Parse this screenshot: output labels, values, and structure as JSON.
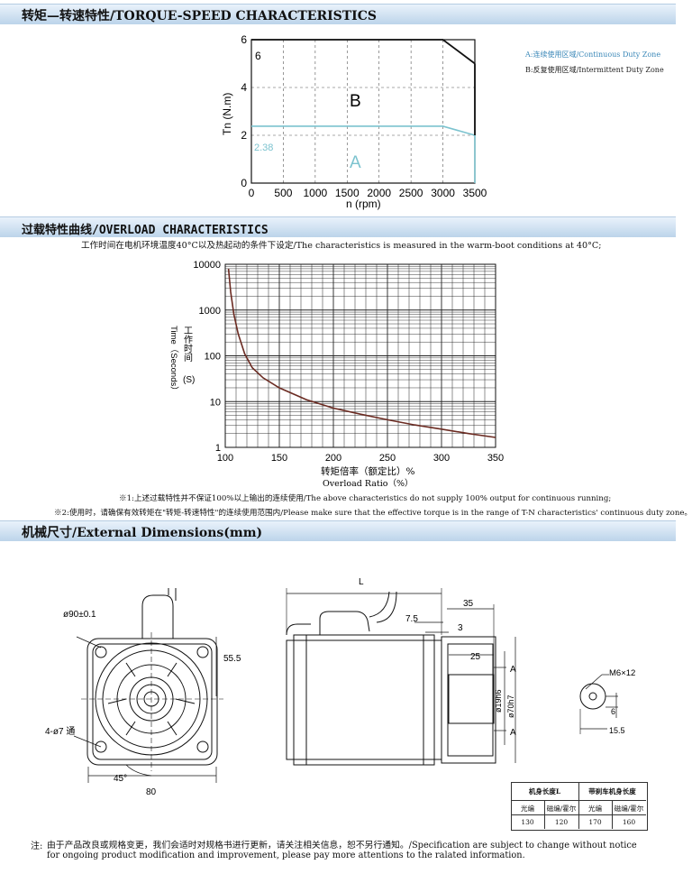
{
  "sections": {
    "torque_title": "转矩—转速特性/TORQUE-SPEED CHARACTERISTICS",
    "overload_title": "过载特性曲线/OVERLOAD CHARACTERISTICS",
    "dims_title": "机械尺寸/External Dimensions(mm)"
  },
  "torque_chart": {
    "legend_a": "A:连续使用区域/Continuous Duty Zone",
    "legend_b": "B:反复使用区域/Intermittent Duty Zone",
    "label_a": "A",
    "label_b": "B",
    "value_6": "6",
    "value_238": "2.38",
    "colors": {
      "continuous": "#7cc3cf",
      "curve": "#111111"
    }
  },
  "overload": {
    "condition": "工作时间在电机环境温度40°C以及热起动的条件下设定/The characteristics is measured in the warm-boot conditions at 40°C;",
    "note1": "※1:上述过载特性并不保证100%以上输出的连续使用/The above characteristics do not supply 100% output for continuous running;",
    "note2": "※2:使用时，请确保有效转矩在\"转矩-转速特性\"的连续使用范围内/Please make sure that the effective torque is in the range of T-N characteristics' continuous duty zone。",
    "ylabel_cn": "工作时间",
    "ylabel_en": "Time（Seconds）",
    "ylabel_unit": "(S)",
    "xlabel_cn": "转矩倍率（额定比）%",
    "xlabel_en": "Overload Ratio（%）",
    "curve_color": "#6b2b22"
  },
  "chart_data": [
    {
      "type": "line",
      "xlabel": "n (rpm)",
      "ylabel": "Tn (N.m)",
      "x_ticks": [
        "0",
        "500",
        "1000",
        "1500",
        "2000",
        "2500",
        "3000",
        "3500"
      ],
      "y_ticks": [
        "0",
        "2",
        "4",
        "6"
      ],
      "xlim": [
        0,
        3500
      ],
      "ylim": [
        0,
        6
      ],
      "grid": true,
      "series": [
        {
          "name": "A",
          "x": [
            0,
            3000,
            3500
          ],
          "y": [
            2.38,
            2.38,
            2.0
          ]
        },
        {
          "name": "B",
          "x": [
            0,
            3000,
            3500
          ],
          "y": [
            6,
            6,
            5.0
          ]
        }
      ]
    },
    {
      "type": "line",
      "xlabel": "转矩倍率（额定比）% Overload Ratio（%）",
      "ylabel": "工作时间 Time（Seconds）(S)",
      "x_ticks": [
        "100",
        "150",
        "200",
        "250",
        "300",
        "350"
      ],
      "y_ticks": [
        "1",
        "10",
        "100",
        "1000",
        "10000"
      ],
      "xlim": [
        100,
        350
      ],
      "ylim": [
        1,
        10000
      ],
      "y_scale": "log",
      "grid": true,
      "series": [
        {
          "name": "",
          "x": [
            103,
            105,
            108,
            112,
            118,
            125,
            135,
            150,
            175,
            200,
            225,
            250,
            275,
            300,
            325,
            350
          ],
          "y": [
            8000,
            2500,
            800,
            300,
            110,
            55,
            33,
            20,
            11,
            7.2,
            5.3,
            4.0,
            3.1,
            2.5,
            2.0,
            1.65
          ]
        }
      ]
    }
  ],
  "dimensions": {
    "d90": "ø90±0.1",
    "d555": "55.5",
    "holes": "4-ø7 通",
    "angle": "45°",
    "w80": "80",
    "L": "L",
    "d35": "35",
    "d75": "7.5",
    "d3": "3",
    "d25": "25",
    "A": "A",
    "d19": "ø19h6",
    "d70": "ø70h7",
    "m6": "M6×12",
    "d6": "6",
    "d155": "15.5"
  },
  "length_table": {
    "headers": [
      "机身长度L",
      "带刹车机身长度"
    ],
    "subheaders": [
      "光编",
      "磁编/霍尔",
      "光编",
      "磁编/霍尔"
    ],
    "values": [
      "130",
      "120",
      "170",
      "160"
    ]
  },
  "footer": {
    "note_label": "注:",
    "note_text": "由于产品改良或规格变更，我们会适时对规格书进行更新，请关注相关信息，恕不另行通知。/Specification are subject to change without notice",
    "note_text2": "for ongoing product modification and improvement, please pay more attentions to the ralated information."
  }
}
